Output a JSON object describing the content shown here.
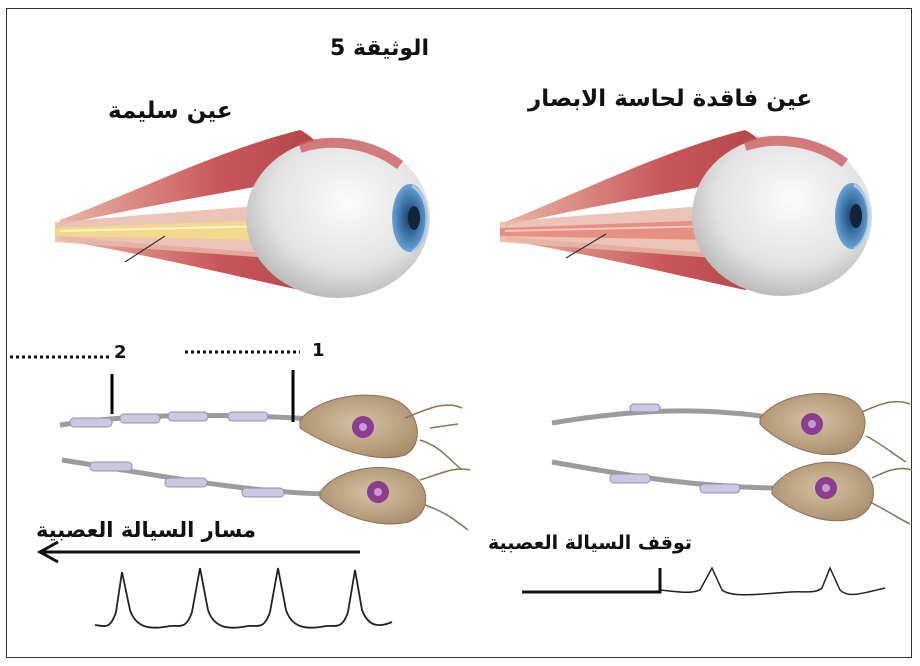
{
  "document": {
    "title": "الوثيقة 5",
    "healthy_eye_label": "عين سليمة",
    "blind_eye_label": "عين فاقدة لحاسة الابصار",
    "point_1_label": "1",
    "point_2_label": "2",
    "impulse_path_label": "مسار السيالة العصبية",
    "impulse_stop_label": "توقف السيالة العصبية"
  },
  "colors": {
    "muscle": "#c9575a",
    "eyeball": "#e6e6e6",
    "iris": "#3d76b0",
    "optic_nerve_healthy": "#f3d98b",
    "optic_nerve_blind": "#e88f84",
    "neuron_body": "#bfa585",
    "nucleus": "#8b3d8f",
    "myelin": "#c9c8e0",
    "trace": "#222222"
  }
}
